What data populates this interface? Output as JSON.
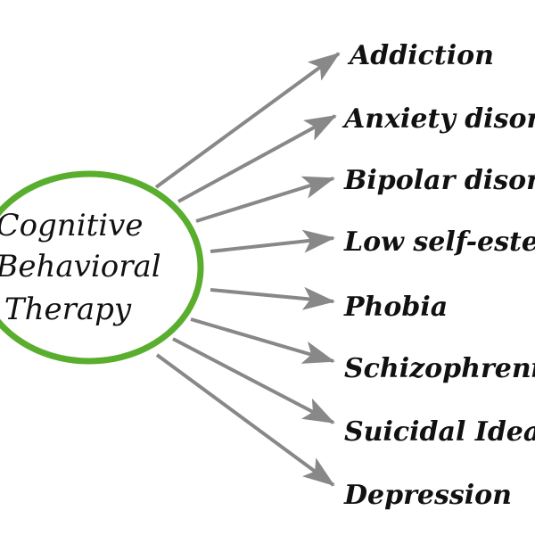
{
  "center": {
    "lines": [
      "Cognitive",
      "Behavioral",
      "Therapy"
    ]
  },
  "labels": [
    "Addiction",
    "Anxiety disorders",
    "Bipolar disorder",
    "Low self-esteem",
    "Phobia",
    "Schizophrenia",
    "Suicidal Ideation",
    "Depression"
  ],
  "colors": {
    "ring": "#5aae2e",
    "arrow": "#888888",
    "text": "#111111"
  }
}
